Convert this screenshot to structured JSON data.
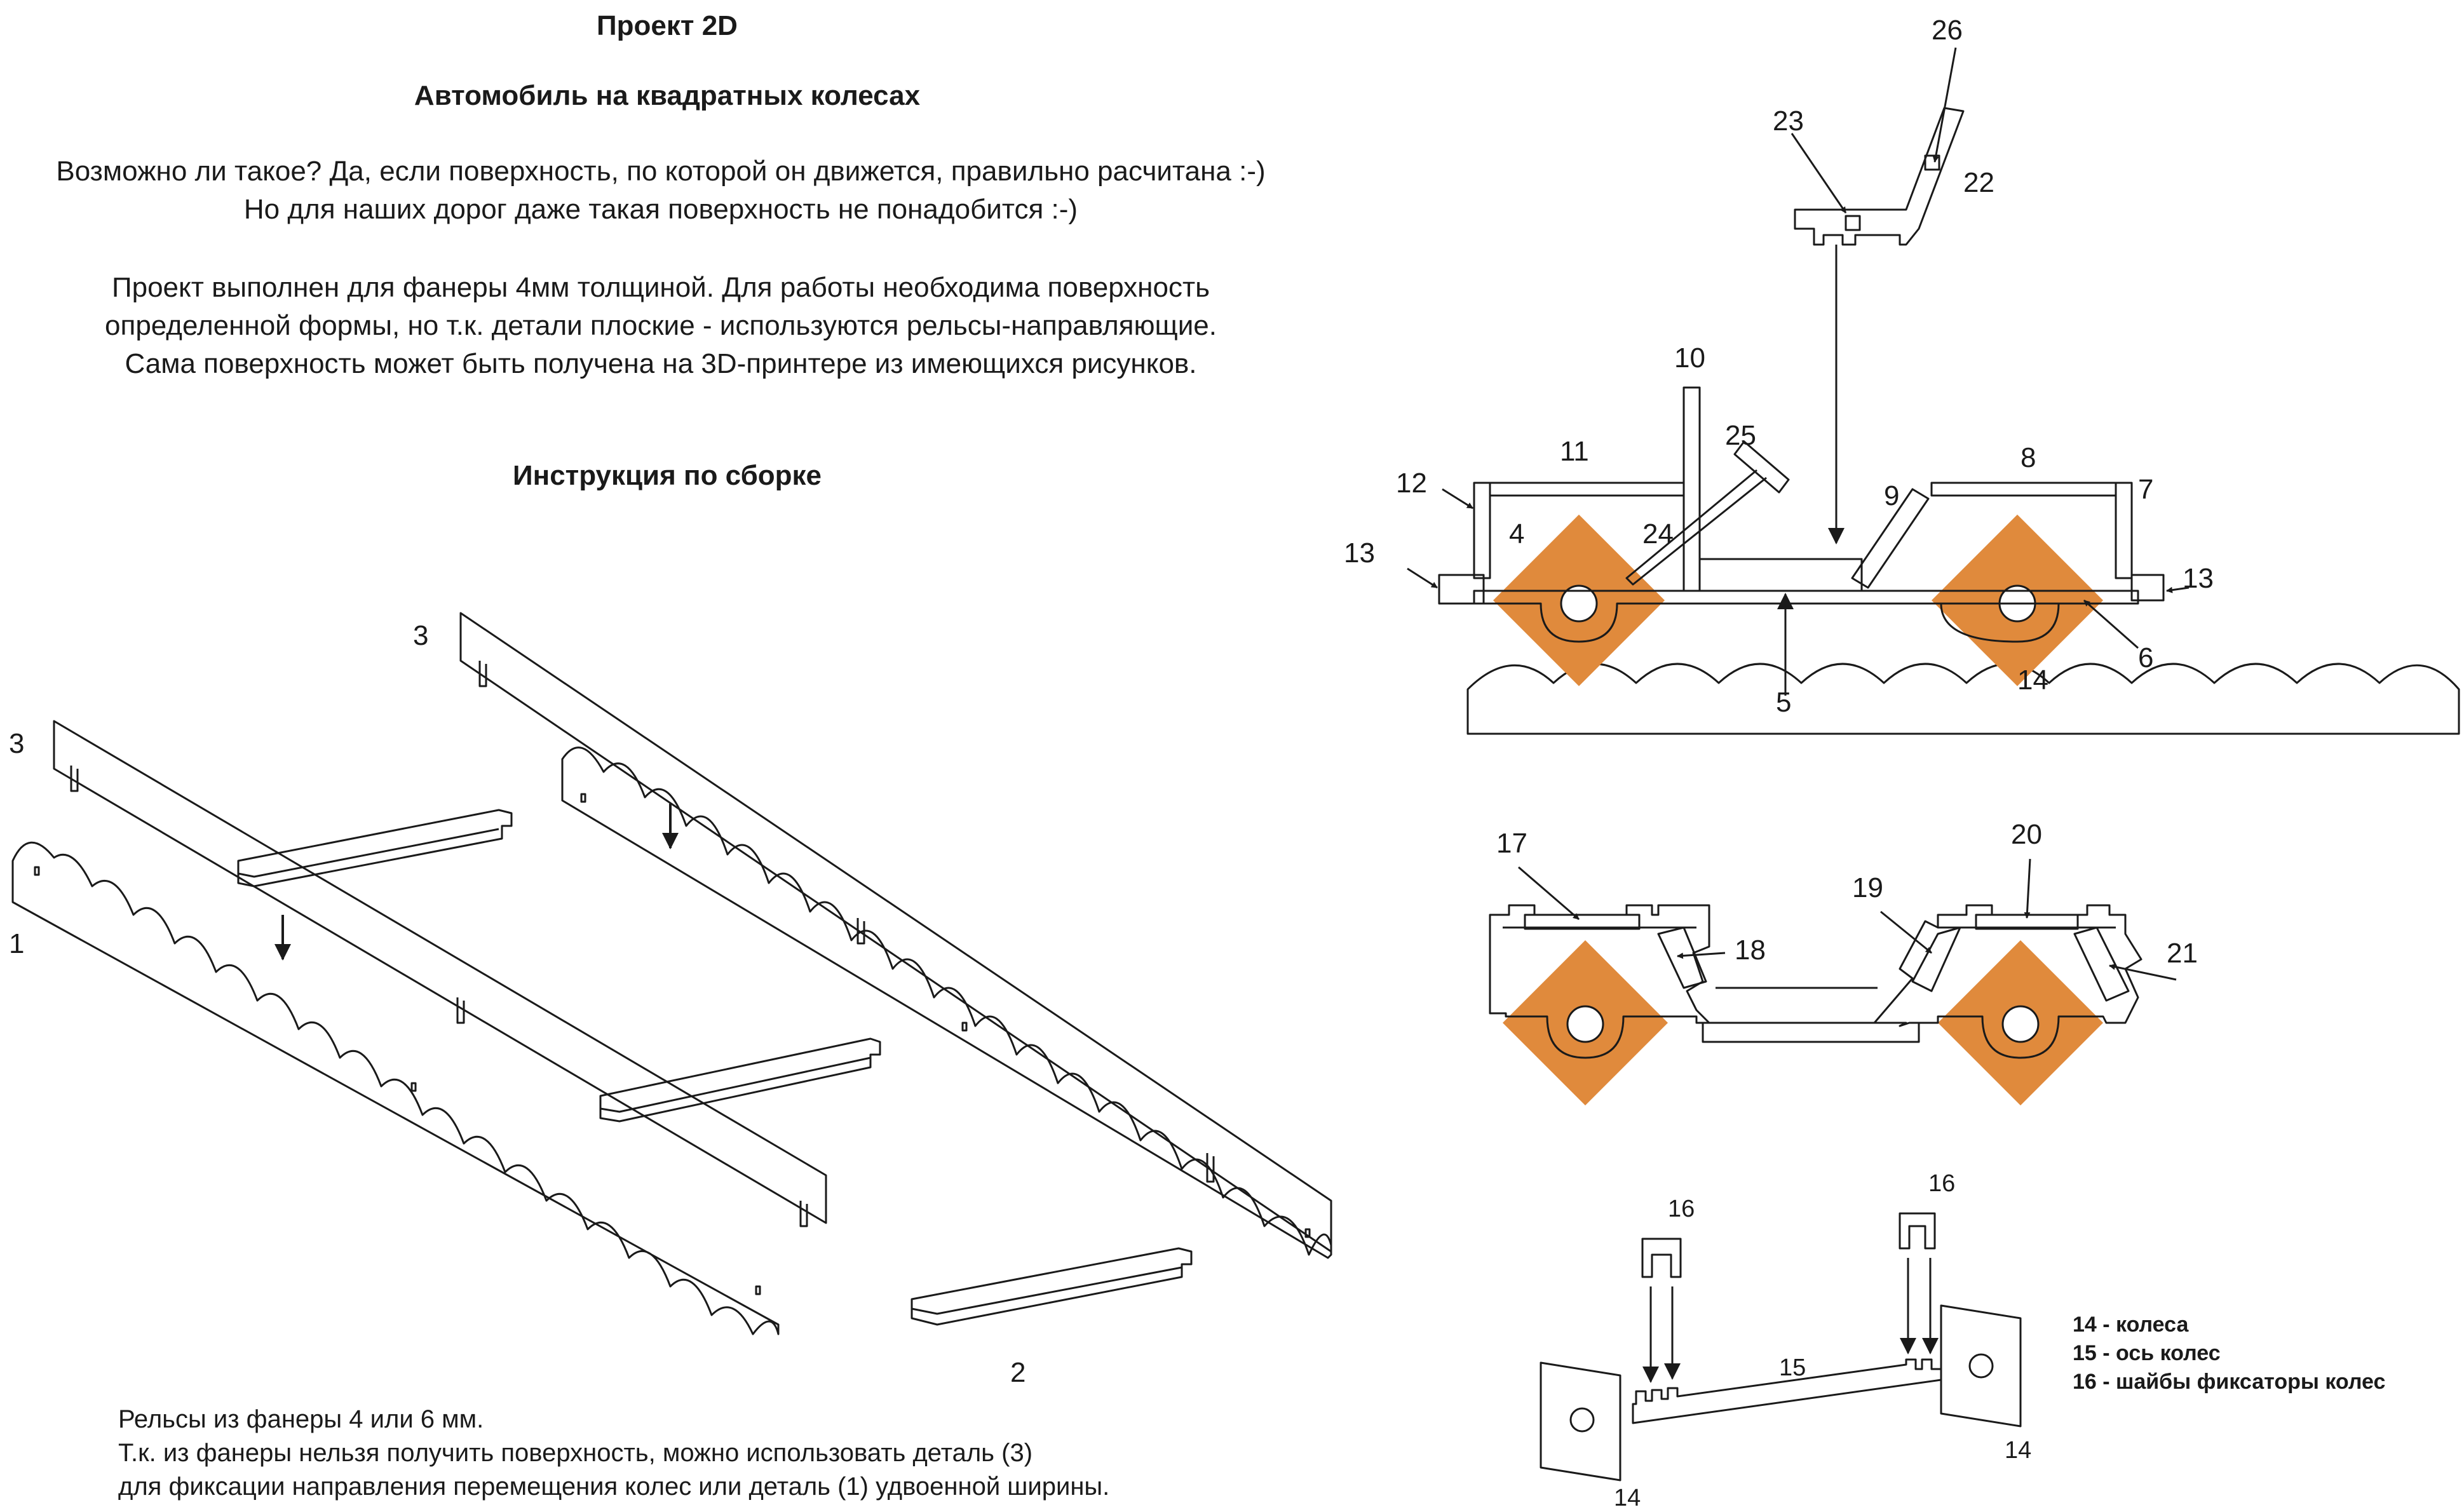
{
  "header": {
    "project": "Проект 2D",
    "title": "Автомобиль на квадратных колесах",
    "intro_lines": [
      "Возможно ли такое? Да, если поверхность, по которой он движется, правильно расчитана :-)",
      "Но для наших дорог даже такая поверхность не понадобится :-)"
    ],
    "desc_lines": [
      "Проект выполнен для фанеры 4мм толщиной. Для работы необходима поверхность",
      "определенной формы, но т.к. детали плоские - используются рельсы-направляющие.",
      "Сама поверхность может быть получена на 3D-принтере из имеющихся рисунков."
    ],
    "instruction_title": "Инструкция по сборке"
  },
  "footer": {
    "lines": [
      "Рельсы из фанеры 4 или 6 мм.",
      "Т.к. из фанеры нельзя получить поверхность, можно использовать деталь (3)",
      "для фиксации направления перемещения колес или деталь (1) удвоенной ширины."
    ]
  },
  "rails_labels": {
    "part1": "1",
    "part2": "2",
    "part3a": "3",
    "part3b": "3"
  },
  "car_labels": {
    "p4": "4",
    "p5": "5",
    "p6": "6",
    "p7": "7",
    "p8": "8",
    "p9": "9",
    "p10": "10",
    "p11": "11",
    "p12": "12",
    "p13a": "13",
    "p13b": "13",
    "p14": "14",
    "p22": "22",
    "p23": "23",
    "p24": "24",
    "p25": "25",
    "p26": "26"
  },
  "chassis_labels": {
    "p17": "17",
    "p18": "18",
    "p19": "19",
    "p20": "20",
    "p21": "21"
  },
  "axle_labels": {
    "p14a": "14",
    "p14b": "14",
    "p15": "15",
    "p16a": "16",
    "p16b": "16"
  },
  "legend": [
    "14 - колеса",
    "15 - ось колес",
    "16 - шайбы фиксаторы колес"
  ],
  "colors": {
    "wheel": "#E08A3C",
    "line": "#1a1a1a",
    "background": "#ffffff"
  }
}
